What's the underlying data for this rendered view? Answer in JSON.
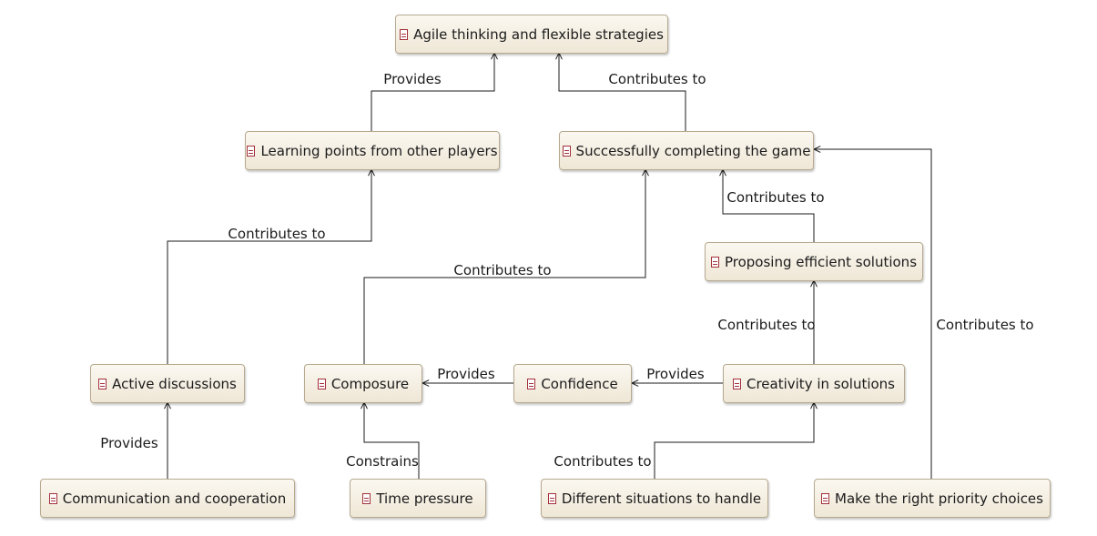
{
  "nodes": [
    {
      "id": "agile",
      "label": "Agile thinking and flexible strategies"
    },
    {
      "id": "learning",
      "label": "Learning points from other players"
    },
    {
      "id": "success",
      "label": "Successfully completing the game"
    },
    {
      "id": "proposing",
      "label": "Proposing efficient solutions"
    },
    {
      "id": "active",
      "label": "Active discussions"
    },
    {
      "id": "composure",
      "label": "Composure"
    },
    {
      "id": "confidence",
      "label": "Confidence"
    },
    {
      "id": "creativity",
      "label": "Creativity in solutions"
    },
    {
      "id": "communication",
      "label": "Communication and cooperation"
    },
    {
      "id": "time",
      "label": "Time pressure"
    },
    {
      "id": "situations",
      "label": "Different situations to handle"
    },
    {
      "id": "priority",
      "label": "Make the right priority choices"
    }
  ],
  "edges": [
    {
      "from": "learning",
      "to": "agile",
      "label": "Provides"
    },
    {
      "from": "success",
      "to": "agile",
      "label": "Contributes to"
    },
    {
      "from": "active",
      "to": "learning",
      "label": "Contributes to"
    },
    {
      "from": "composure",
      "to": "success",
      "label": "Contributes to"
    },
    {
      "from": "proposing",
      "to": "success",
      "label": "Contributes to"
    },
    {
      "from": "priority",
      "to": "success",
      "label": "Contributes to"
    },
    {
      "from": "creativity",
      "to": "proposing",
      "label": "Contributes to"
    },
    {
      "from": "confidence",
      "to": "composure",
      "label": "Provides"
    },
    {
      "from": "creativity",
      "to": "confidence",
      "label": "Provides"
    },
    {
      "from": "communication",
      "to": "active",
      "label": "Provides"
    },
    {
      "from": "time",
      "to": "composure",
      "label": "Constrains"
    },
    {
      "from": "situations",
      "to": "creativity",
      "label": "Contributes to"
    }
  ],
  "colors": {
    "node_border": "#b6a98f",
    "icon": "#a3303a",
    "edge": "#1b1b1b"
  }
}
